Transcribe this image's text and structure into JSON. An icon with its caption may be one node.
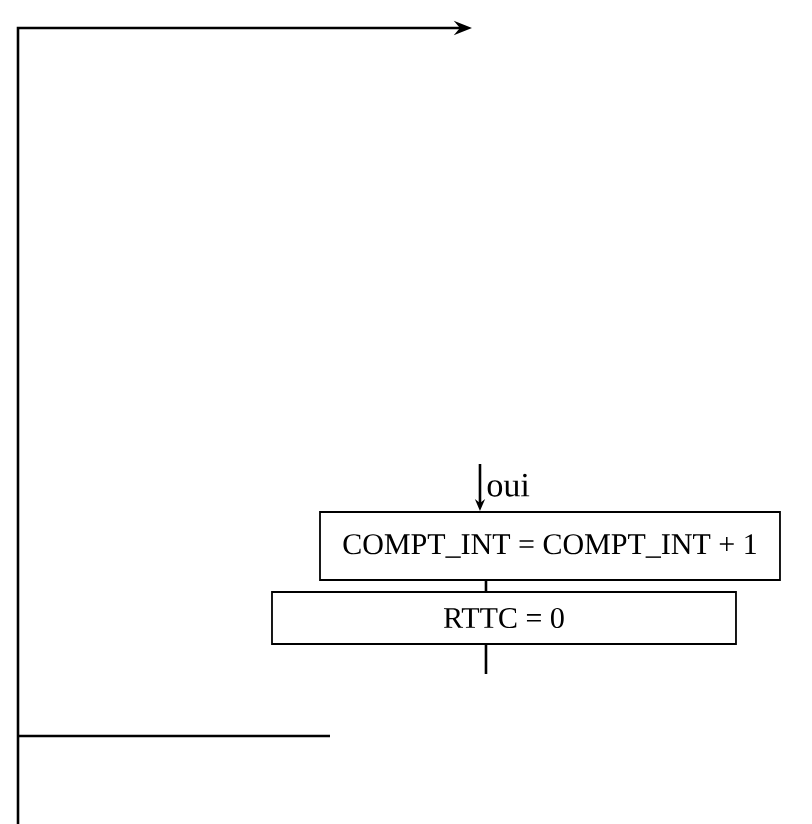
{
  "diagram": {
    "nodes": [
      {
        "text": [
          "COMPT_INT = COMPT_INT + 1"
        ]
      },
      {
        "text": [
          "RTTC = 0"
        ]
      }
    ],
    "edges": [
      {
        "from": null,
        "to": 0,
        "arrow": "to",
        "label": "oui"
      },
      {
        "from": 0,
        "to": 1,
        "arrow": "none"
      },
      {
        "from": 1,
        "to": null,
        "arrow": "none"
      }
    ]
  }
}
